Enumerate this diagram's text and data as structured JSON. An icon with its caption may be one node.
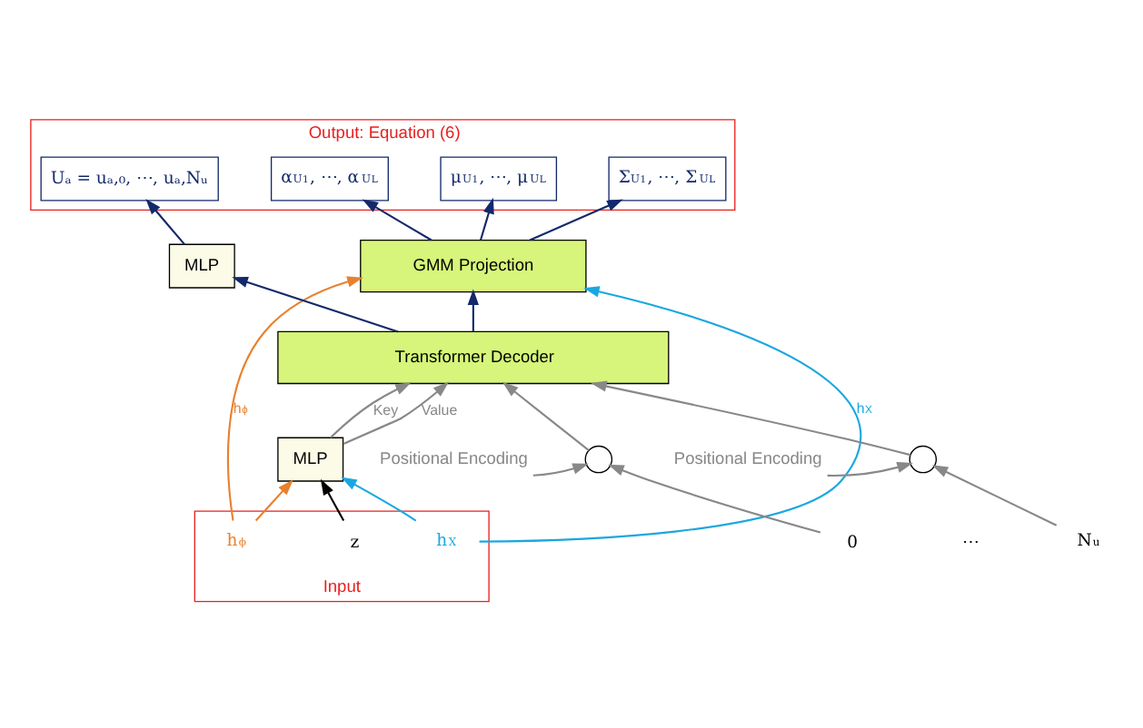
{
  "diagram": {
    "nodes": [
      {
        "text": [
          "Output: Equation (6)"
        ]
      },
      {
        "text": [
          "Uₐ = uₐ,₀, ⋯, uₐ,Nᵤ"
        ],
        "in": 0
      },
      {
        "text": [
          "α$_{U}$$^{1}$, ⋯, α$_{U}$$^{L}$"
        ],
        "in": 0
      },
      {
        "text": [
          "μ$_{U}$$^{1}$, ⋯, μ$_{U}$$^{L}$"
        ],
        "in": 0
      },
      {
        "text": [
          "Σ$_{U}$$^{1}$, ⋯, Σ$_{U}$$^{L}$"
        ],
        "in": 0
      },
      {
        "text": [
          "MLP"
        ]
      },
      {
        "text": [
          "GMM Projection"
        ]
      },
      {
        "text": [
          "Input"
        ]
      },
      {
        "text": [
          "h$_{X}$"
        ],
        "in": 7
      },
      {
        "text": [
          "h$_{ϕ}$"
        ],
        "in": 7
      },
      {
        "text": [
          "z"
        ],
        "in": 7
      },
      {
        "text": [
          "MLP"
        ]
      },
      {
        "text": [
          "Transformer Decoder"
        ]
      },
      {
        "text": [],
        "shape": "circle"
      },
      {
        "text": [],
        "shape": "circle"
      },
      {
        "text": [
          "Positional Encoding"
        ]
      },
      {
        "text": [
          "Positional Encoding"
        ]
      },
      {
        "text": [
          "0"
        ]
      },
      {
        "text": [
          "N$_{u}$"
        ]
      }
    ],
    "edges": [
      {
        "from": 5,
        "to": 1,
        "arrow": "to",
        "color": "#13296b"
      },
      {
        "from": 6,
        "to": 2,
        "arrow": "to",
        "color": "#13296b"
      },
      {
        "from": 6,
        "to": 3,
        "arrow": "to",
        "color": "#13296b"
      },
      {
        "from": 6,
        "to": 4,
        "arrow": "to",
        "color": "#13296b"
      },
      {
        "from": 12,
        "to": 5,
        "arrow": "to",
        "color": "#13296b"
      },
      {
        "from": 12,
        "to": 6,
        "arrow": "to",
        "color": "#13296b"
      },
      {
        "from": 8,
        "to": 6,
        "arrow": "to",
        "label": "h$_{X}$",
        "color": "#1aa7e0"
      },
      {
        "from": 9,
        "to": 6,
        "arrow": "to",
        "label": "h$_{ϕ}$",
        "color": "#e8812f"
      },
      {
        "from": 8,
        "to": 11,
        "arrow": "to",
        "color": "#1aa7e0"
      },
      {
        "from": 9,
        "to": 11,
        "arrow": "to",
        "color": "#e8812f"
      },
      {
        "from": 10,
        "to": 11,
        "arrow": "to",
        "color": "#000000"
      },
      {
        "from": 11,
        "to": 12,
        "arrow": "to",
        "label": "Key"
      },
      {
        "from": 11,
        "to": 12,
        "arrow": "to",
        "label": "Value"
      },
      {
        "from": 15,
        "to": 13,
        "arrow": "to"
      },
      {
        "from": 17,
        "to": 13,
        "arrow": "to"
      },
      {
        "from": 13,
        "to": 12,
        "arrow": "to"
      },
      {
        "from": 16,
        "to": 14,
        "arrow": "to"
      },
      {
        "from": 18,
        "to": 14,
        "arrow": "to"
      },
      {
        "from": 14,
        "to": 12,
        "arrow": "to"
      }
    ],
    "labels": [
      "⋯"
    ]
  }
}
